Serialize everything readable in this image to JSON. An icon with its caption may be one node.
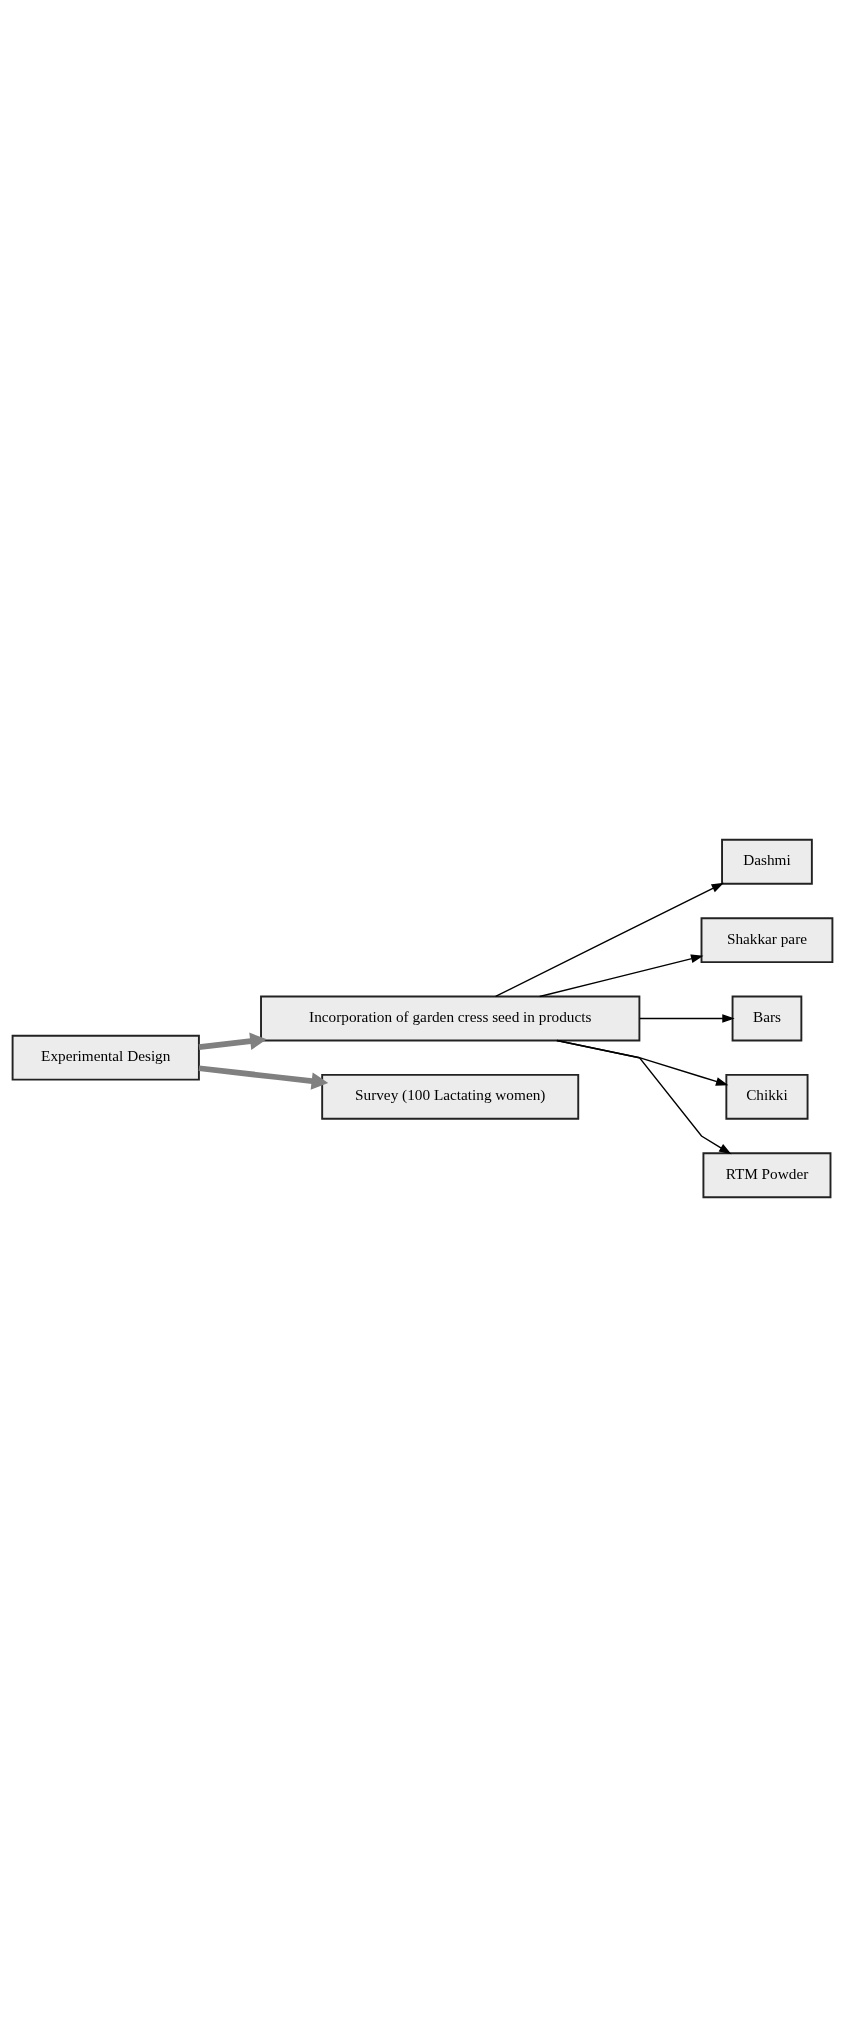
{
  "diagram": {
    "nodes": [
      {
        "text": [
          "Experimental Design"
        ]
      },
      {
        "text": [
          "Survey (100 Lactating women)"
        ]
      },
      {
        "text": [
          "Incorporation of garden cress seed in products"
        ]
      },
      {
        "text": [
          "RTM Powder"
        ]
      },
      {
        "text": [
          "Chikki"
        ]
      },
      {
        "text": [
          "Bars"
        ]
      },
      {
        "text": [
          "Shakkar pare"
        ]
      },
      {
        "text": [
          "Dashmi"
        ]
      }
    ],
    "edges": [
      {
        "from": 0,
        "to": 1,
        "arrow": "to",
        "style": "thick",
        "color": "#808080"
      },
      {
        "from": 0,
        "to": 2,
        "arrow": "to",
        "style": "thick",
        "color": "#808080"
      },
      {
        "from": 2,
        "to": 3,
        "arrow": "to"
      },
      {
        "from": 2,
        "to": 4,
        "arrow": "to"
      },
      {
        "from": 2,
        "to": 5,
        "arrow": "to"
      },
      {
        "from": 2,
        "to": 6,
        "arrow": "to"
      },
      {
        "from": 2,
        "to": 7,
        "arrow": "to"
      }
    ]
  }
}
